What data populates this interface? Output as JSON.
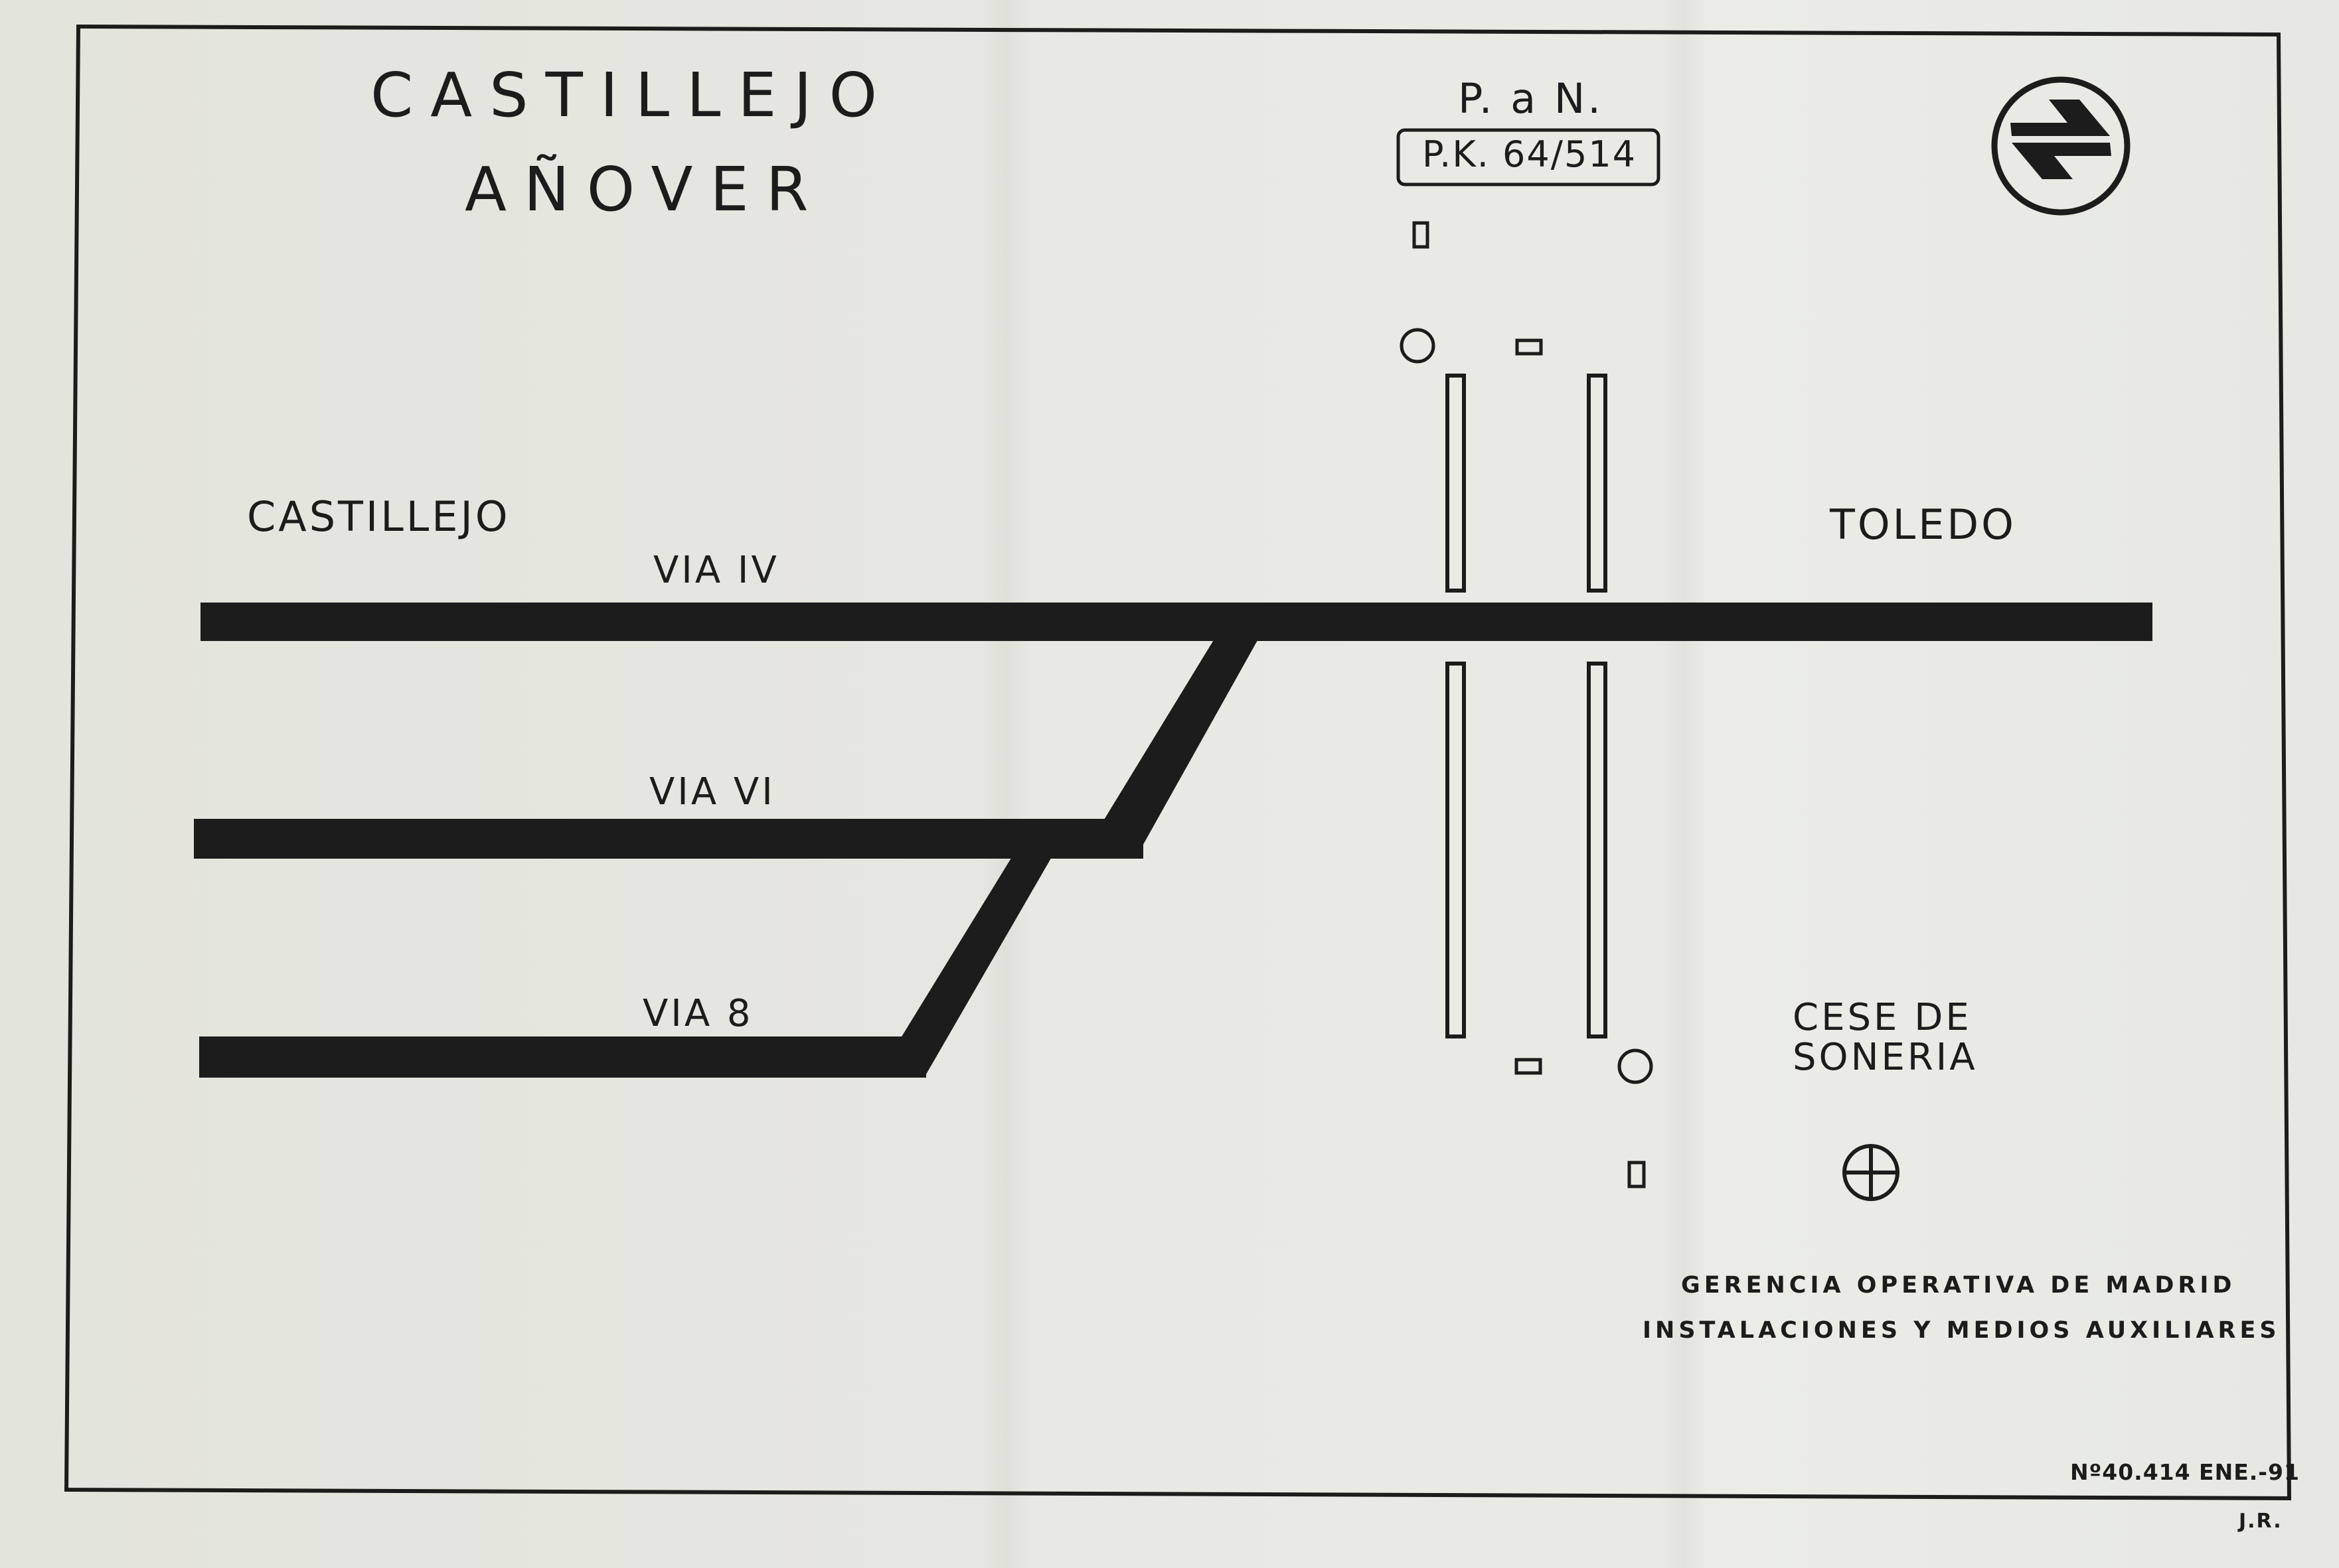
{
  "title": {
    "line1": "CASTILLEJO",
    "line2": "AÑOVER"
  },
  "crossing": {
    "label": "P. a N.",
    "pk": "P.K. 64/514"
  },
  "destinations": {
    "left": "CASTILLEJO",
    "right": "TOLEDO"
  },
  "tracks": {
    "via_iv": "VIA IV",
    "via_vi": "VIA VI",
    "via_8": "VIA 8"
  },
  "cese": {
    "line1": "CESE DE",
    "line2": "SONERIA"
  },
  "organization": {
    "line1": "GERENCIA OPERATIVA DE MADRID",
    "line2": "INSTALACIONES Y MEDIOS AUXILIARES"
  },
  "document": {
    "number": "Nº40.414 ENE.-91",
    "initials": "J.R."
  },
  "icons": {
    "logo": "renfe-logo-icon",
    "signal": "signal-circle-icon",
    "beacon": "beacon-box-icon",
    "crosshair": "crosshair-icon"
  },
  "colors": {
    "ink": "#1c1c1c",
    "paper": "#e6e7e0"
  }
}
